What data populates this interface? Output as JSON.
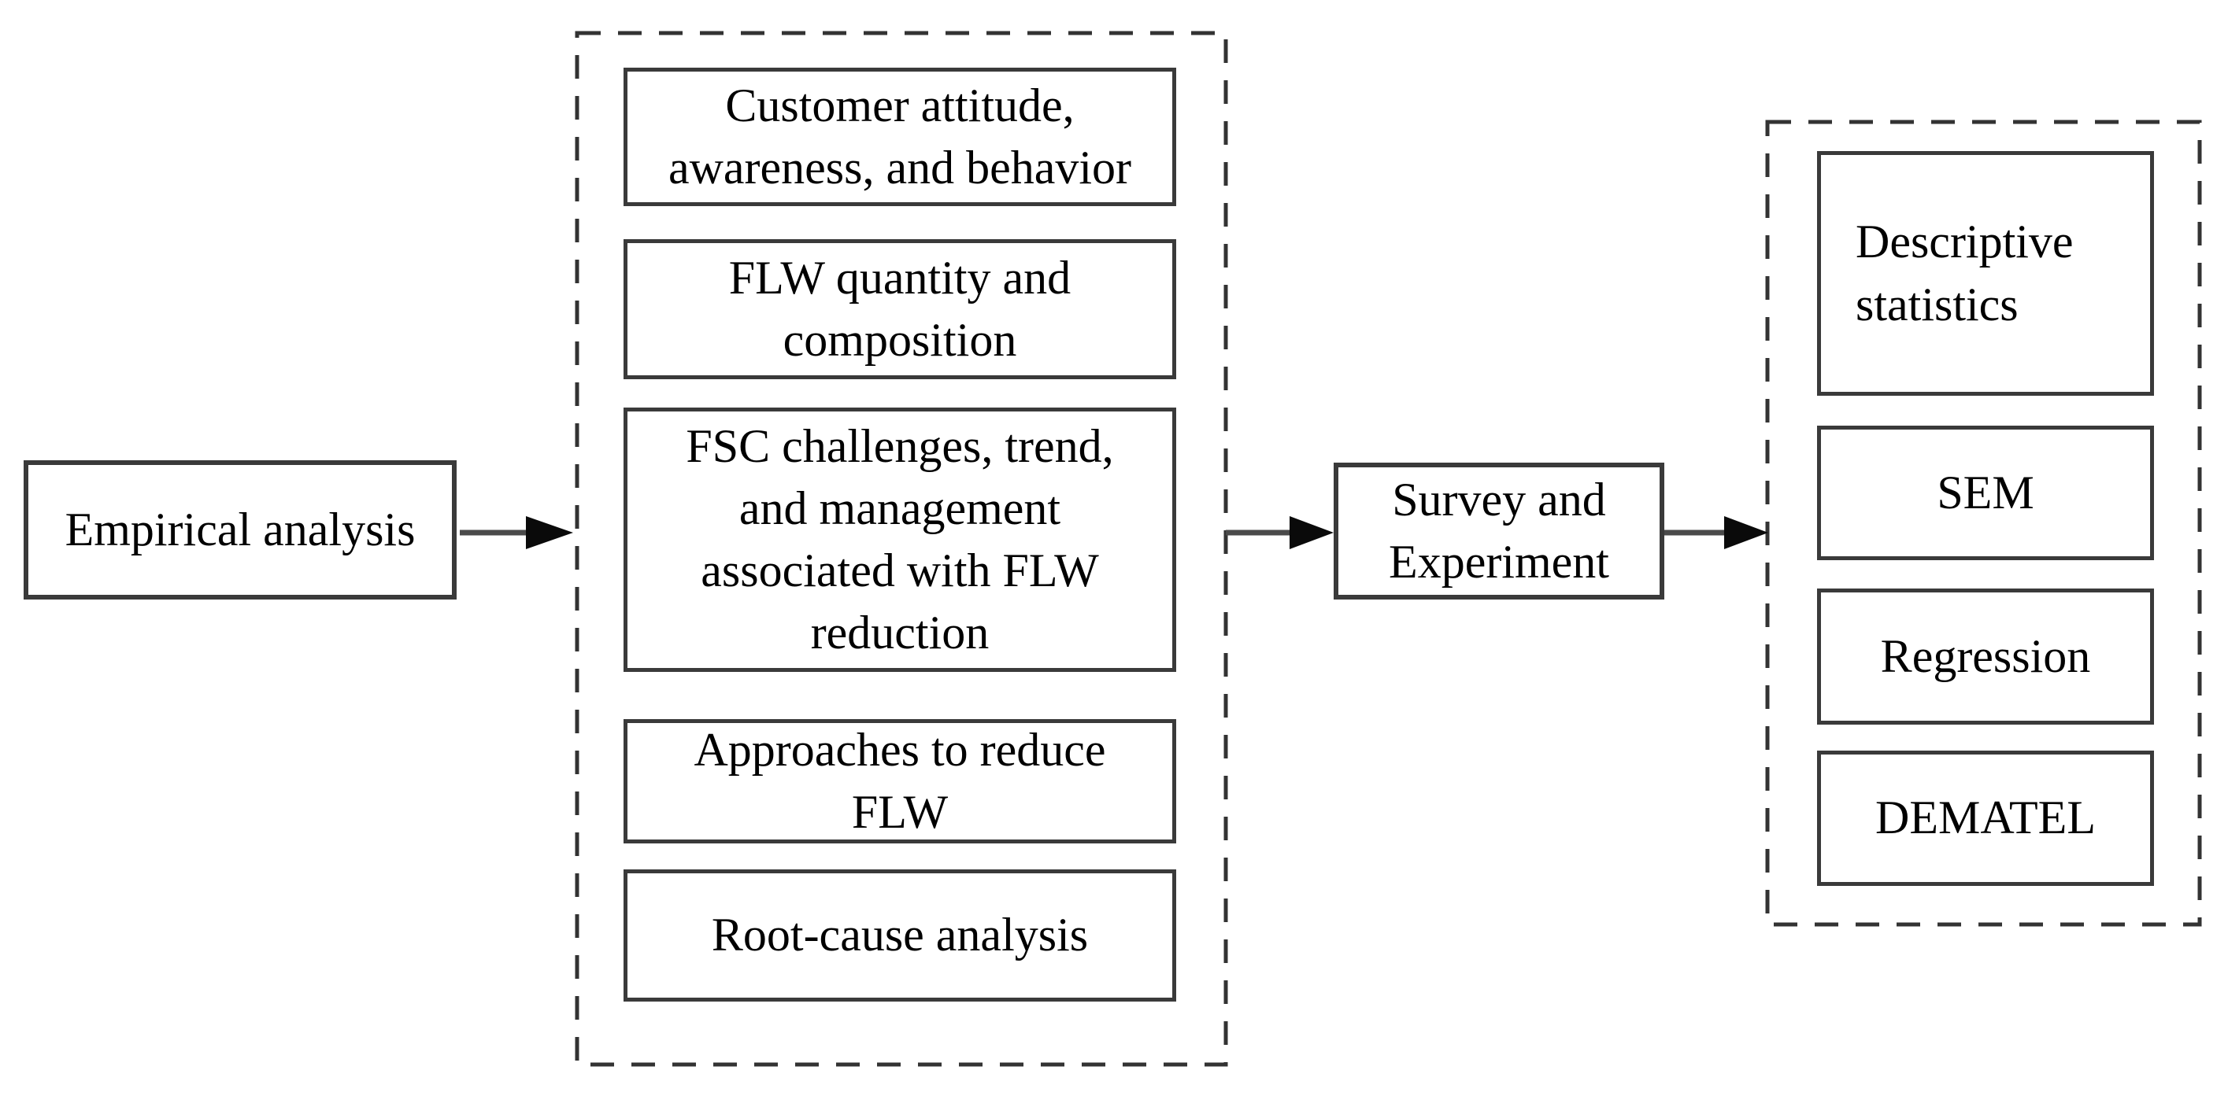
{
  "figure": {
    "type": "flow-diagram",
    "stage": {
      "label": "Empirical analysis"
    },
    "topics_group": {
      "items": [
        {
          "label": "Customer attitude,\nawareness,  and behavior"
        },
        {
          "label": "FLW quantity and\ncomposition"
        },
        {
          "label": "FSC challenges, trend,\nand management\nassociated with FLW\nreduction"
        },
        {
          "label": "Approaches to reduce\nFLW"
        },
        {
          "label": "Root-cause analysis"
        }
      ]
    },
    "method": {
      "label": "Survey and\nExperiment"
    },
    "analysis_group": {
      "items": [
        {
          "label": "Descriptive\nstatistics"
        },
        {
          "label": "SEM"
        },
        {
          "label": "Regression"
        },
        {
          "label": "DEMATEL"
        }
      ]
    },
    "colors": {
      "background": "#ffffff",
      "box_border": "#3a3a3a",
      "dashed_border": "#333333",
      "text": "#000000",
      "arrow_line": "#4a4a4a",
      "arrow_head": "#0a0a0a"
    }
  }
}
